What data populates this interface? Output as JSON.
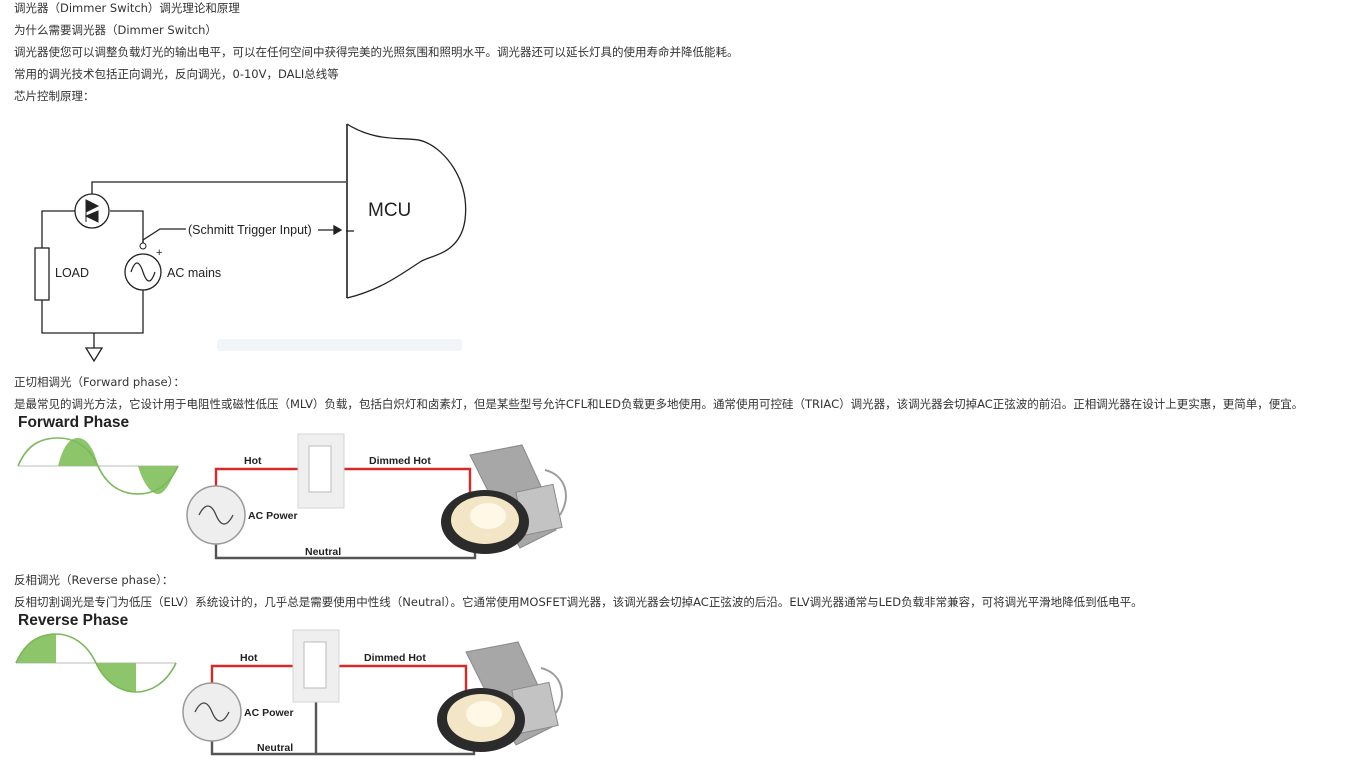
{
  "article": {
    "title": "调光器（Dimmer Switch）调光理论和原理",
    "why_heading": "为什么需要调光器（Dimmer Switch）",
    "why_text": "调光器使您可以调整负载灯光的输出电平，可以在任何空间中获得完美的光照氛围和照明水平。调光器还可以延长灯具的使用寿命并降低能耗。",
    "tech_text": "常用的调光技术包括正向调光，反向调光，0-10V，DALI总线等",
    "chip_heading": "芯片控制原理：",
    "forward_heading": "正切相调光（Forward phase）：",
    "forward_text": "是最常见的调光方法，它设计用于电阻性或磁性低压（MLV）负载，包括白炽灯和卤素灯，但是某些型号允许CFL和LED负载更多地使用。通常使用可控硅（TRIAC）调光器，该调光器会切掉AC正弦波的前沿。正相调光器在设计上更实惠，更简单，便宜。",
    "reverse_heading": "反相调光（Reverse phase）：",
    "reverse_text": "反相切割调光是专门为低压（ELV）系统设计的，几乎总是需要使用中性线（Neutral）。它通常使用MOSFET调光器，该调光器会切掉AC正弦波的后沿。ELV调光器通常与LED负载非常兼容，可将调光平滑地降低到低电平。"
  },
  "circuit": {
    "mcu_label": "MCU",
    "schmitt_label": "(Schmitt Trigger Input)",
    "load_label": "LOAD",
    "ac_label": "AC mains",
    "plus_label": "+"
  },
  "forward_figure": {
    "title": "Forward Phase",
    "hot": "Hot",
    "dimmed_hot": "Dimmed Hot",
    "ac_power": "AC Power",
    "neutral": "Neutral"
  },
  "reverse_figure": {
    "title": "Reverse Phase",
    "hot": "Hot",
    "dimmed_hot": "Dimmed Hot",
    "ac_power": "AC Power",
    "neutral": "Neutral"
  },
  "colors": {
    "wire_red": "#d62a2a",
    "wave_green": "#8cc56a",
    "text": "#333333"
  }
}
